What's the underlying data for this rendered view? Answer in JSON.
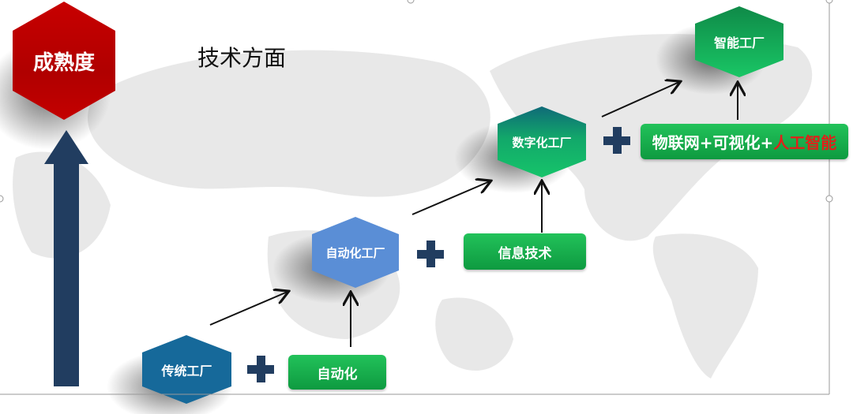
{
  "title": "技术方面",
  "maturity": "成熟度",
  "stages": [
    {
      "label": "传统工厂",
      "color": "#16699a"
    },
    {
      "label": "自动化工厂",
      "color": "#5a8ed6"
    },
    {
      "label": "数字化工厂",
      "color": "#12b860"
    },
    {
      "label": "智能工厂",
      "color": "#14b85a"
    }
  ],
  "enablers": [
    {
      "label": "自动化"
    },
    {
      "label": "信息技术"
    },
    {
      "label_parts": [
        "物联网+可视化+",
        "人工智能"
      ]
    }
  ],
  "colors": {
    "maturity": "#c40000",
    "arrow": "#213d60",
    "highlight": "#e0201a"
  }
}
